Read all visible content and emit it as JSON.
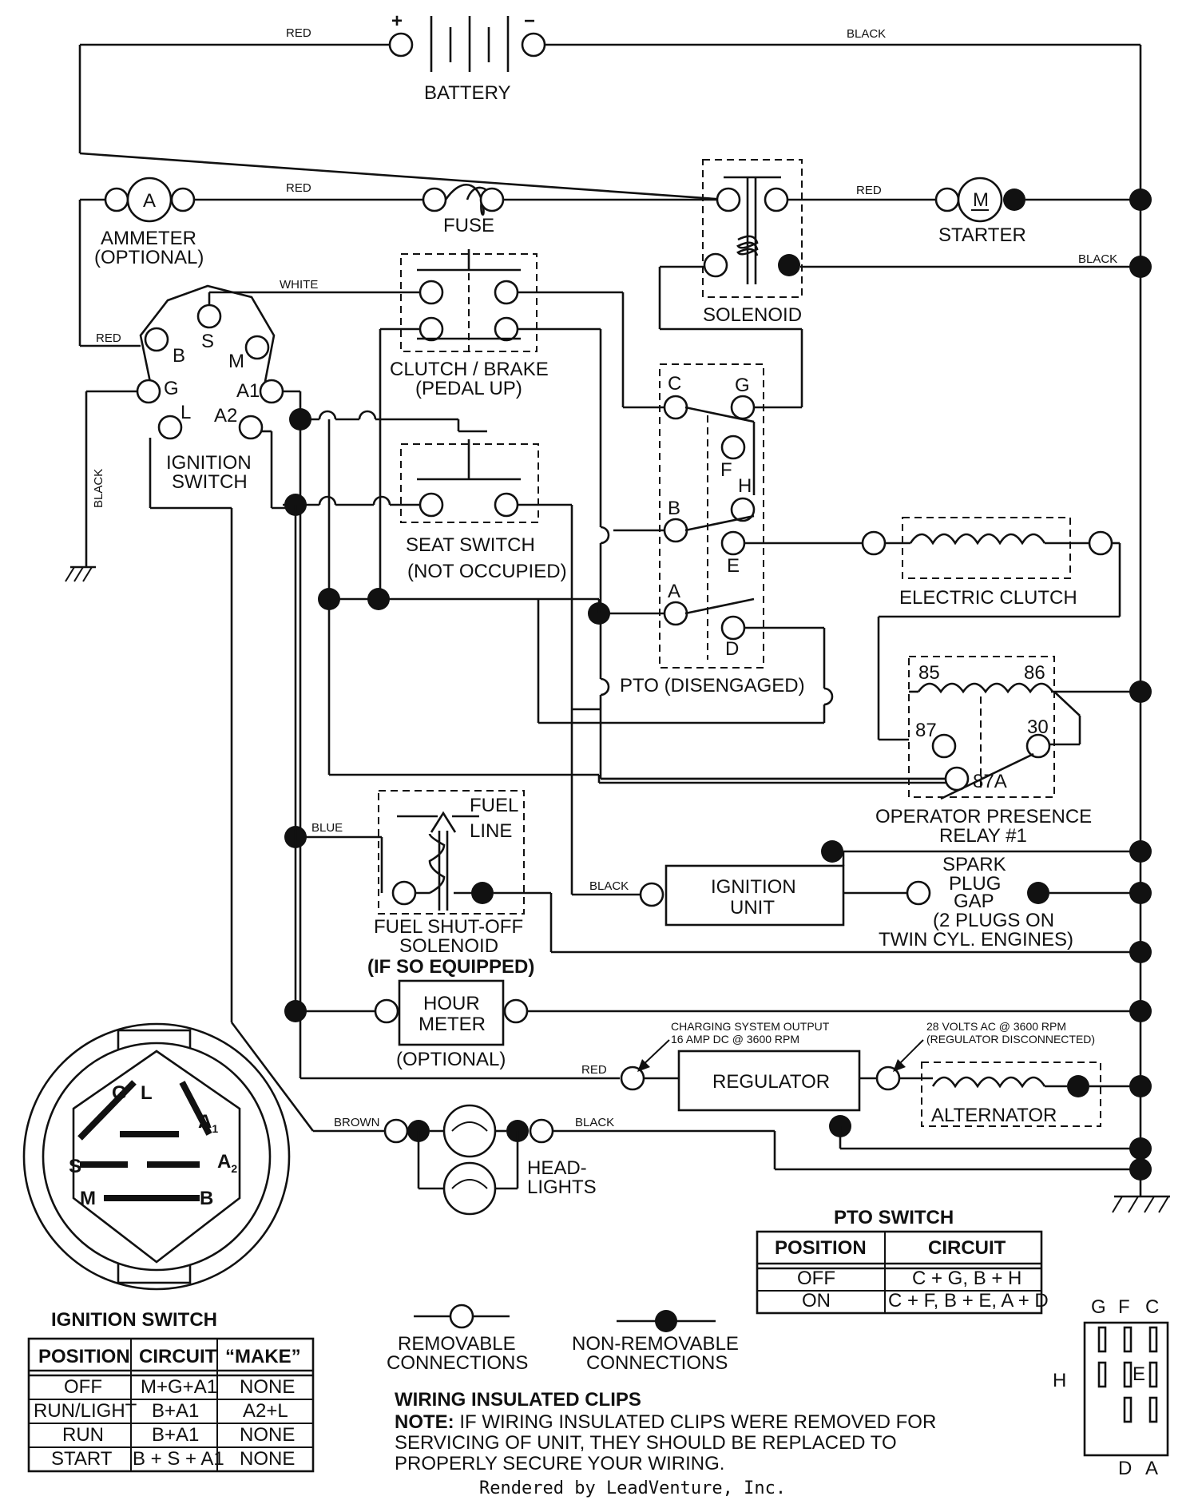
{
  "battery": {
    "label": "BATTERY",
    "plus": "+",
    "minus": "−"
  },
  "wires": {
    "red": "RED",
    "black": "BLACK",
    "white": "WHITE",
    "blue": "BLUE",
    "brown": "BROWN"
  },
  "ammeter": {
    "symbol": "A",
    "label1": "AMMETER",
    "label2": "(OPTIONAL)"
  },
  "fuse": {
    "label": "FUSE"
  },
  "starter": {
    "symbol": "M",
    "label": "STARTER"
  },
  "solenoid": {
    "label": "SOLENOID"
  },
  "clutch_brake": {
    "label1": "CLUTCH / BRAKE",
    "label2": "(PEDAL UP)"
  },
  "ignition_switch": {
    "label1": "IGNITION",
    "label2": "SWITCH",
    "terminals": {
      "s": "S",
      "b": "B",
      "m": "M",
      "g": "G",
      "a1": "A1",
      "l": "L",
      "a2": "A2"
    }
  },
  "seat_switch": {
    "label1": "SEAT SWITCH",
    "label2": "(NOT OCCUPIED)"
  },
  "pto_switch": {
    "label": "PTO (DISENGAGED)",
    "terminals": {
      "c": "C",
      "g": "G",
      "f": "F",
      "h": "H",
      "b": "B",
      "e": "E",
      "a": "A",
      "d": "D"
    }
  },
  "electric_clutch": {
    "label": "ELECTRIC CLUTCH"
  },
  "relay": {
    "label1": "OPERATOR PRESENCE",
    "label2": "RELAY #1",
    "pins": {
      "p85": "85",
      "p86": "86",
      "p87": "87",
      "p30": "30",
      "p87a": "87A"
    }
  },
  "fuel_solenoid": {
    "fuel1": "FUEL",
    "fuel2": "LINE",
    "label1": "FUEL SHUT-OFF",
    "label2": "SOLENOID",
    "label3": "(IF SO EQUIPPED)"
  },
  "ignition_unit": {
    "label1": "IGNITION",
    "label2": "UNIT"
  },
  "spark_plug": {
    "l1": "SPARK",
    "l2": "PLUG",
    "l3": "GAP",
    "l4": "(2 PLUGS ON",
    "l5": "TWIN CYL. ENGINES)"
  },
  "hour_meter": {
    "label1": "HOUR",
    "label2": "METER",
    "label3": "(OPTIONAL)"
  },
  "regulator": {
    "label": "REGULATOR",
    "note1": "CHARGING SYSTEM OUTPUT",
    "note2": "16 AMP DC @ 3600 RPM"
  },
  "alternator": {
    "label": "ALTERNATOR",
    "note1": "28 VOLTS AC @ 3600 RPM",
    "note2": "(REGULATOR DISCONNECTED)"
  },
  "headlights": {
    "label1": "HEAD-",
    "label2": "LIGHTS"
  },
  "ign_face": {
    "g": "G",
    "l": "L",
    "a1": "A",
    "a1sub": "1",
    "s": "S",
    "a2": "A",
    "a2sub": "2",
    "m": "M",
    "b": "B"
  },
  "ign_table": {
    "title": "IGNITION SWITCH",
    "headers": [
      "POSITION",
      "CIRCUIT",
      "“MAKE”"
    ],
    "rows": [
      [
        "OFF",
        "M+G+A1",
        "NONE"
      ],
      [
        "RUN/LIGHT",
        "B+A1",
        "A2+L"
      ],
      [
        "RUN",
        "B+A1",
        "NONE"
      ],
      [
        "START",
        "B + S + A1",
        "NONE"
      ]
    ]
  },
  "pto_table": {
    "title": "PTO SWITCH",
    "headers": [
      "POSITION",
      "CIRCUIT"
    ],
    "rows": [
      [
        "OFF",
        "C + G, B + H"
      ],
      [
        "ON",
        "C + F, B + E, A + D"
      ]
    ]
  },
  "legend": {
    "removable1": "REMOVABLE",
    "removable2": "CONNECTIONS",
    "nonremovable1": "NON-REMOVABLE",
    "nonremovable2": "CONNECTIONS"
  },
  "pto_face": {
    "g": "G",
    "f": "F",
    "c": "C",
    "h": "H",
    "e": "E",
    "d": "D",
    "a": "A"
  },
  "note": {
    "title": "WIRING INSULATED CLIPS",
    "bold": "NOTE:",
    "line1": " IF WIRING INSULATED CLIPS WERE REMOVED FOR",
    "line2": "SERVICING OF UNIT, THEY SHOULD BE REPLACED TO",
    "line3": "PROPERLY SECURE YOUR WIRING."
  },
  "footer": "Rendered by LeadVenture, Inc."
}
